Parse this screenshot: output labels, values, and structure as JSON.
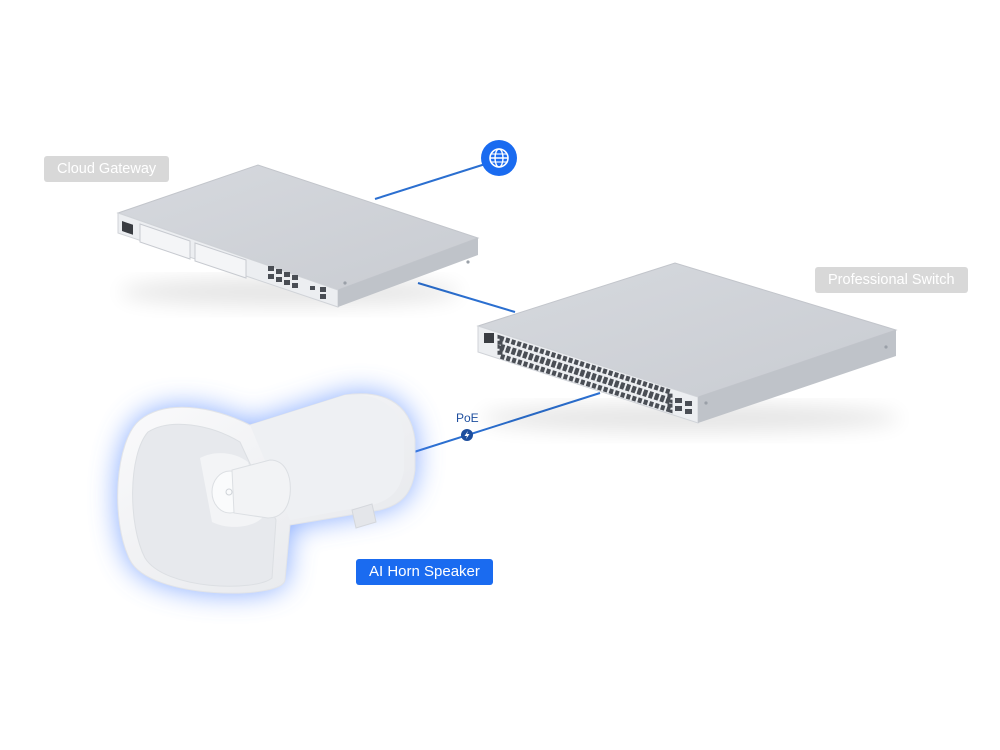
{
  "labels": {
    "cloud_gateway": "Cloud Gateway",
    "professional_switch": "Professional Switch",
    "ai_horn_speaker": "AI Horn Speaker",
    "poe": "PoE"
  },
  "icons": {
    "internet": "globe-icon",
    "poe": "lightning-icon"
  },
  "colors": {
    "link_line": "#2b6fd0",
    "accent_blue": "#1a6bf0",
    "grey_label_bg": "#d8d8d8",
    "device_body": "#d3d6db",
    "speaker_glow": "#5a8cff"
  }
}
